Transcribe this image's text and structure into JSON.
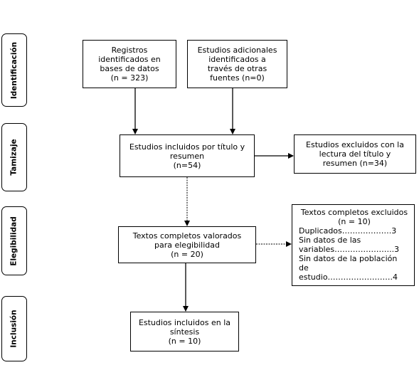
{
  "stages": {
    "identification": "Identificación",
    "screening": "Tamizaje",
    "eligibility": "Elegibilidad",
    "inclusion": "Inclusión"
  },
  "boxes": {
    "records_db": [
      "Registros",
      "identificados en",
      "bases de datos",
      "(n = 323)"
    ],
    "additional": [
      "Estudios adicionales",
      "identificados a",
      "través de otras",
      "fuentes (n=0)"
    ],
    "included_title": [
      "Estudios incluidos por título y",
      "resumen",
      "(n=54)"
    ],
    "excluded_title": [
      "Estudios excluidos con la",
      "lectura del título y",
      "resumen (n=34)"
    ],
    "fulltext_assessed": [
      "Textos completos valorados",
      "para elegibilidad",
      "(n = 20)"
    ],
    "fulltext_excluded": {
      "heading": [
        "Textos completos excluidos",
        "(n = 10)"
      ],
      "lines": [
        "Duplicados……………….3",
        "Sin datos de las",
        "variables…………………..3",
        "Sin datos de la población",
        "de estudio…………………….4"
      ]
    },
    "synthesis": [
      "Estudios incluidos en la",
      "síntesis",
      "(n = 10)"
    ]
  }
}
